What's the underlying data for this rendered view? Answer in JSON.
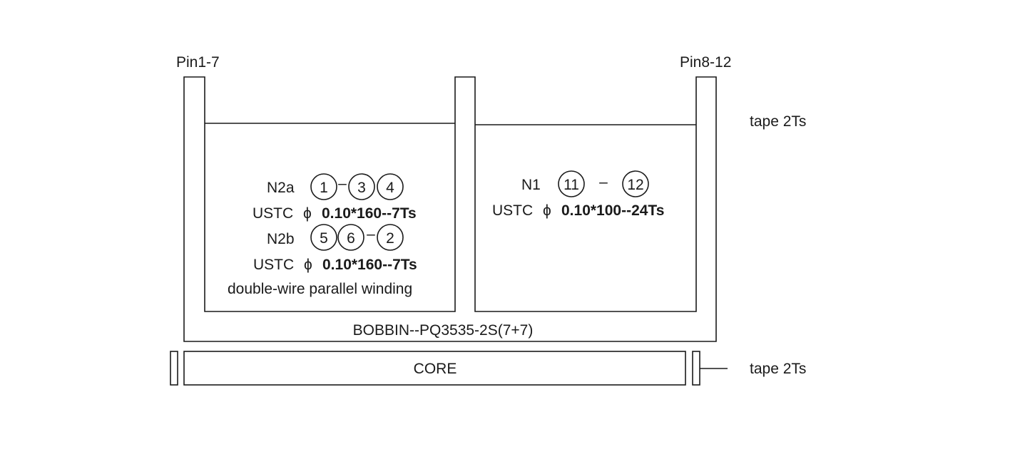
{
  "pins": {
    "left": "Pin1-7",
    "right": "Pin8-12"
  },
  "tape_top": "tape 2Ts",
  "tape_core": "tape 2Ts",
  "left_winding": {
    "n2a_label": "N2a",
    "n2a_pins": [
      "1",
      "3",
      "4"
    ],
    "n2a_dash": "–",
    "wire1_prefix": "USTC",
    "phi": "ϕ",
    "wire1_spec": "0.10*160--7Ts",
    "n2b_label": "N2b",
    "n2b_pins": [
      "5",
      "6",
      "2"
    ],
    "n2b_dash": "–",
    "wire2_prefix": "USTC",
    "wire2_spec": "0.10*160--7Ts",
    "note": "double-wire parallel winding"
  },
  "right_winding": {
    "n1_label": "N1",
    "n1_pins": [
      "11",
      "12"
    ],
    "n1_dash": "–",
    "wire_prefix": "USTC",
    "phi": "ϕ",
    "wire_spec": "0.10*100--24Ts"
  },
  "bobbin_label": "BOBBIN--PQ3535-2S(7+7)",
  "core_label": "CORE"
}
